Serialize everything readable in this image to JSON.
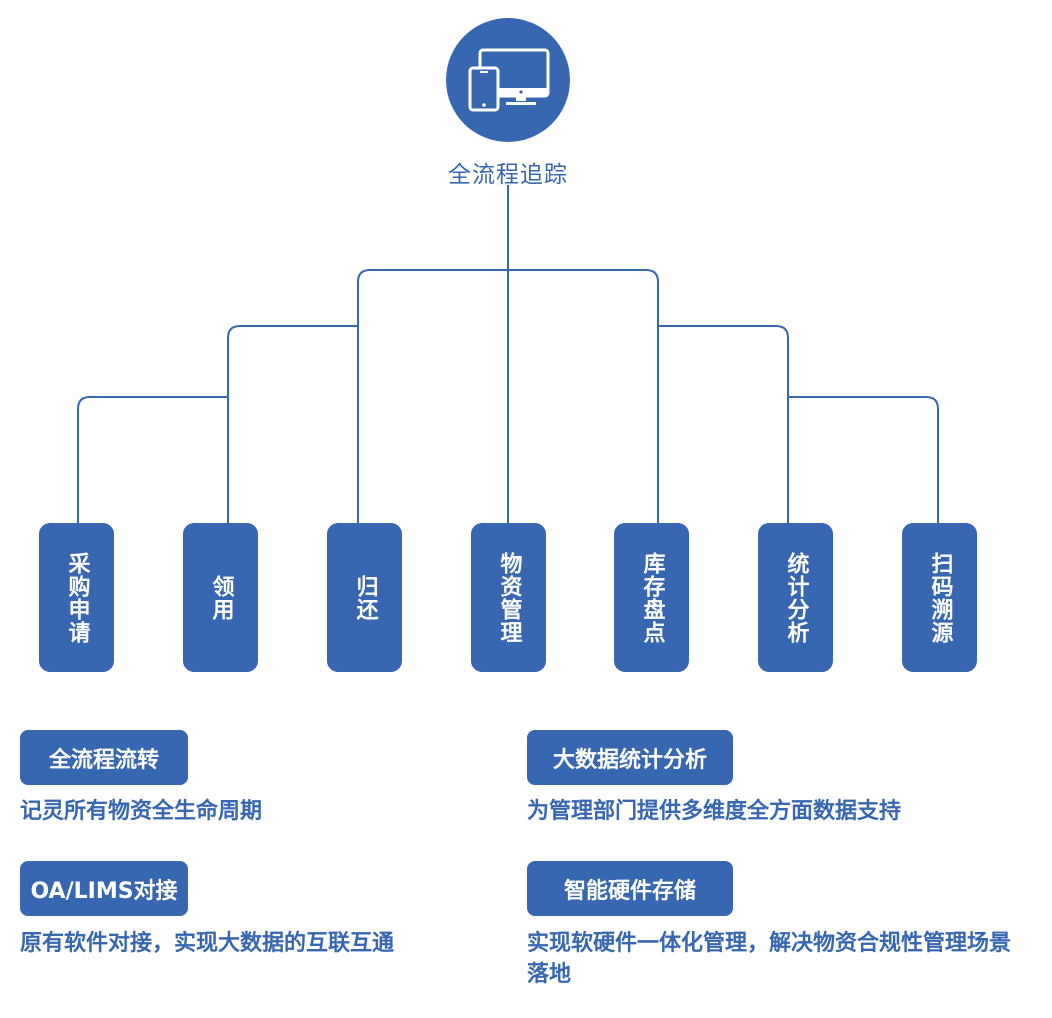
{
  "colors": {
    "accent": "#3767B0",
    "text_on_accent": "#ffffff"
  },
  "root": {
    "icon": "devices-icon",
    "label": "全流程追踪"
  },
  "nodes": [
    {
      "label": "采购申请"
    },
    {
      "label": "领用"
    },
    {
      "label": "归还"
    },
    {
      "label": "物资管理"
    },
    {
      "label": "库存盘点"
    },
    {
      "label": "统计分析"
    },
    {
      "label": "扫码溯源"
    }
  ],
  "features": [
    {
      "title": "全流程流转",
      "description": "记灵所有物资全生命周期"
    },
    {
      "title": "OA/LIMS对接",
      "description": "原有软件对接，实现大数据的互联互通"
    },
    {
      "title": "大数据统计分析",
      "description": "为管理部门提供多维度全方面数据支持"
    },
    {
      "title": "智能硬件存储",
      "description": "实现软硬件一体化管理，解决物资合规性管理场景落地"
    }
  ]
}
